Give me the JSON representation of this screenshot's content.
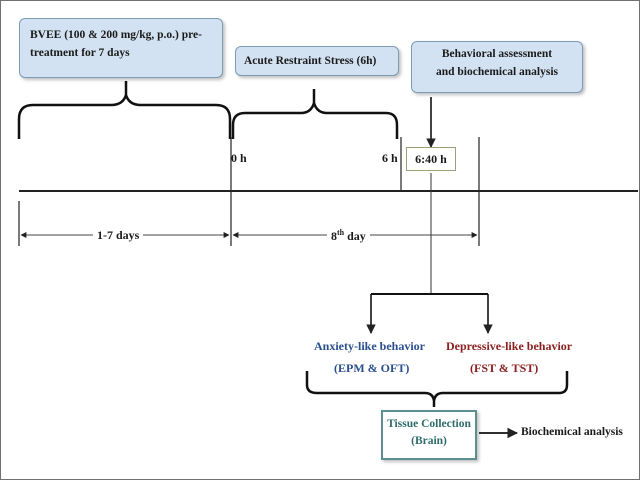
{
  "boxes": {
    "pretreatment": "BVEE (100 & 200 mg/kg, p.o.) pre-treatment for 7 days",
    "stress": "Acute Restraint Stress (6h)",
    "assessment_line1": "Behavioral assessment",
    "assessment_line2": "and biochemical analysis"
  },
  "timeline": {
    "t0": "0 h",
    "t6": "6 h",
    "t640": "6:40 h",
    "span1": "1-7 days",
    "span2_num": "8",
    "span2_sup": "th",
    "span2_word": " day"
  },
  "behaviors": {
    "anxiety_title": "Anxiety-like behavior",
    "anxiety_tests": "(EPM & OFT)",
    "depressive_title": "Depressive-like behavior",
    "depressive_tests": "(FST & TST)"
  },
  "collection": {
    "line1": "Tissue Collection",
    "line2": "(Brain)",
    "next": "Biochemical analysis"
  },
  "colors": {
    "box_fill": "#d3e2f2",
    "anxiety_text": "#2a4f8f",
    "depressive_text": "#8a2020",
    "tissue_border": "#5c8f8f"
  }
}
